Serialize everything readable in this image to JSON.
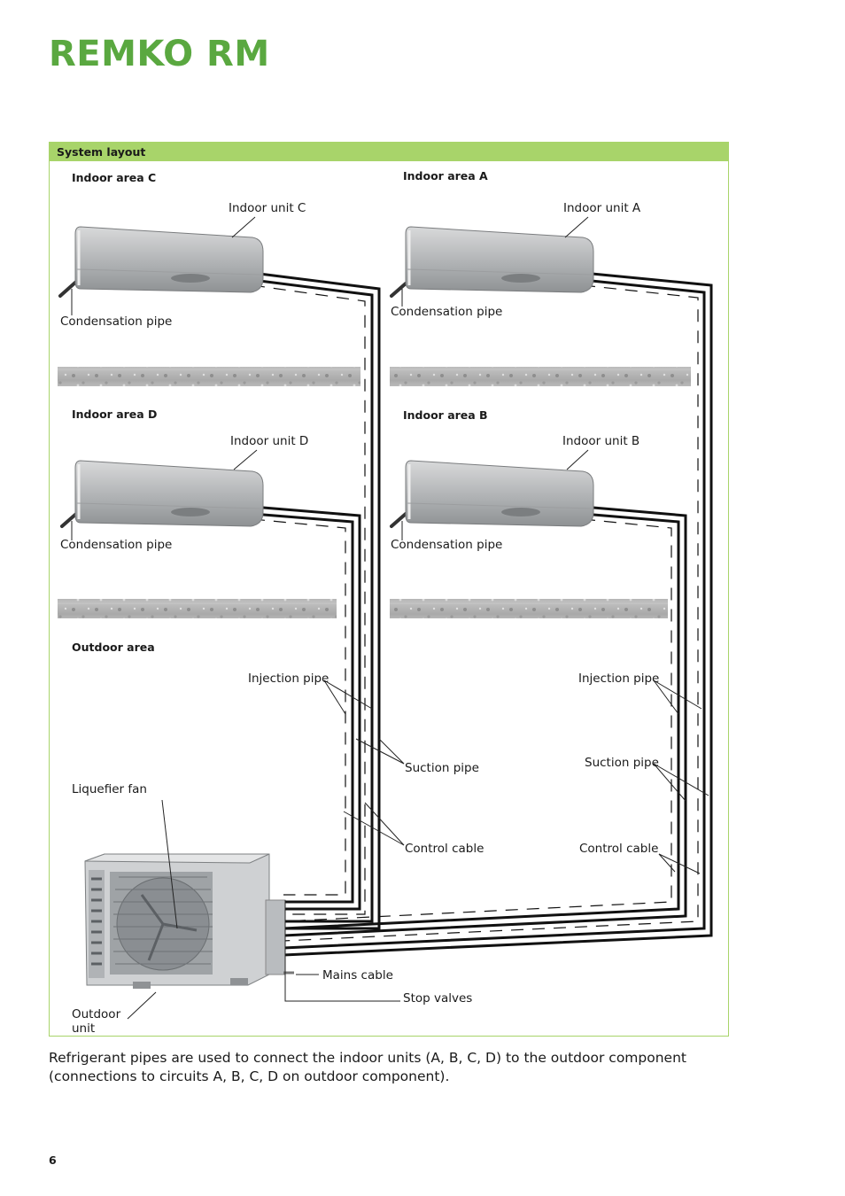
{
  "header": {
    "title": "REMKO RM"
  },
  "figure": {
    "caption": "System layout",
    "areas": {
      "c": "Indoor area C",
      "a": "Indoor area A",
      "d": "Indoor area D",
      "b": "Indoor area B",
      "outdoor": "Outdoor area"
    },
    "units": {
      "c": "Indoor unit C",
      "a": "Indoor unit A",
      "d": "Indoor unit D",
      "b": "Indoor unit B"
    },
    "labels": {
      "condensation_pipe": "Condensation pipe",
      "injection_pipe": "Injection pipe",
      "suction_pipe": "Suction pipe",
      "control_cable": "Control cable",
      "liquefier_fan": "Liquefier fan",
      "mains_cable": "Mains cable",
      "stop_valves": "Stop valves",
      "outdoor_unit_line1": "Outdoor",
      "outdoor_unit_line2": "unit"
    }
  },
  "description": "Refrigerant pipes are used to connect the indoor units (A, B, C, D) to the outdoor component (connections to circuits A, B, C, D on outdoor component).",
  "footer": {
    "page_number": "6"
  }
}
